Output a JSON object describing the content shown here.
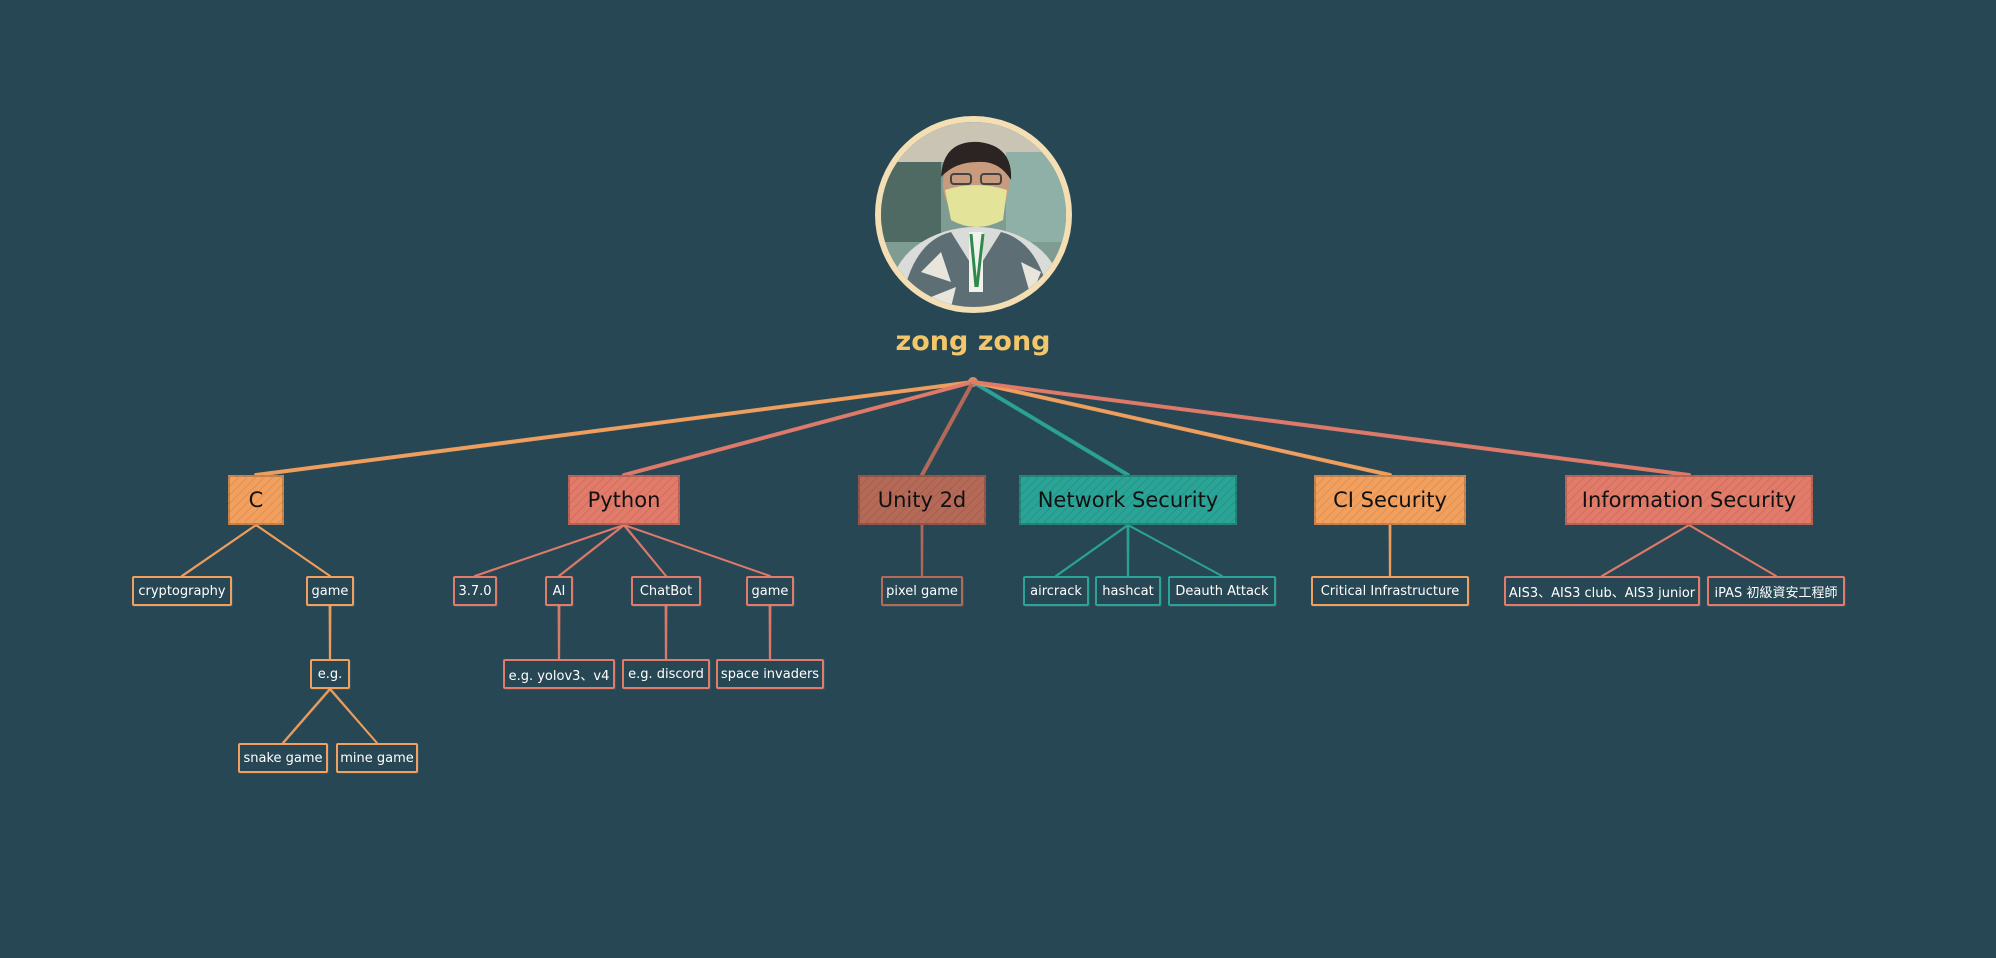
{
  "colors": {
    "background": "#274754",
    "orange": "#f3a05e",
    "salmon": "#e27b6a",
    "brown": "#b56a58",
    "teal": "#2aa496",
    "name": "#f3c669",
    "avatar_ring": "#f4deb4"
  },
  "root": {
    "name": "zong zong",
    "avatar": "profile-photo"
  },
  "branches": [
    {
      "id": "c",
      "label": "C",
      "color": "#f3a05e",
      "line": "#f3a05e",
      "children": [
        {
          "id": "c-crypto",
          "label": "cryptography"
        },
        {
          "id": "c-game",
          "label": "game",
          "children": [
            {
              "id": "c-eg",
              "label": "e.g.",
              "children": [
                {
                  "id": "c-snake",
                  "label": "snake game"
                },
                {
                  "id": "c-mine",
                  "label": "mine game"
                }
              ]
            }
          ]
        }
      ]
    },
    {
      "id": "python",
      "label": "Python",
      "color": "#e27b6a",
      "line": "#e27b6a",
      "children": [
        {
          "id": "py-370",
          "label": "3.7.0"
        },
        {
          "id": "py-ai",
          "label": "AI",
          "children": [
            {
              "id": "py-yolo",
              "label": "e.g. yolov3、v4"
            }
          ]
        },
        {
          "id": "py-chatbot",
          "label": "ChatBot",
          "children": [
            {
              "id": "py-discord",
              "label": "e.g. discord"
            }
          ]
        },
        {
          "id": "py-game",
          "label": "game",
          "children": [
            {
              "id": "py-space",
              "label": "space invaders"
            }
          ]
        }
      ]
    },
    {
      "id": "unity",
      "label": "Unity 2d",
      "color": "#b56a58",
      "line": "#b56a58",
      "children": [
        {
          "id": "unity-pixel",
          "label": "pixel game"
        }
      ]
    },
    {
      "id": "netsec",
      "label": "Network Security",
      "color": "#2aa496",
      "line": "#2aa496",
      "children": [
        {
          "id": "ns-aircrack",
          "label": "aircrack"
        },
        {
          "id": "ns-hashcat",
          "label": "hashcat"
        },
        {
          "id": "ns-deauth",
          "label": "Deauth Attack"
        }
      ]
    },
    {
      "id": "cisec",
      "label": "CI Security",
      "color": "#f3a05e",
      "line": "#f3a05e",
      "children": [
        {
          "id": "ci-infra",
          "label": "Critical Infrastructure"
        }
      ]
    },
    {
      "id": "infosec",
      "label": "Information Security",
      "color": "#e27b6a",
      "line": "#e27b6a",
      "children": [
        {
          "id": "is-ais3",
          "label": "AIS3、AIS3 club、AIS3 junior"
        },
        {
          "id": "is-ipas",
          "label": "iPAS 初級資安工程師"
        }
      ]
    }
  ]
}
